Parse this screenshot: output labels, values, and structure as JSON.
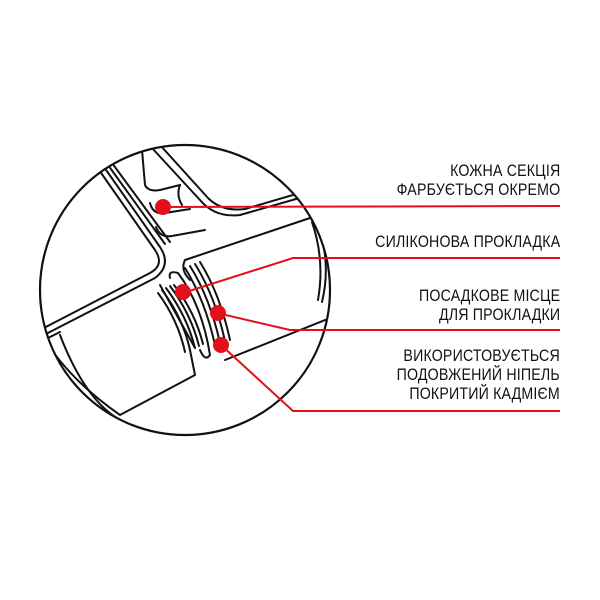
{
  "colors": {
    "accent": "#e3101b",
    "line": "#111111",
    "background": "#ffffff"
  },
  "callouts": [
    {
      "lines": [
        "КОЖНА СЕКЦІЯ",
        "ФАРБУЄТЬСЯ ОКРЕМО"
      ]
    },
    {
      "lines": [
        "СИЛІКОНОВА ПРОКЛАДКА"
      ]
    },
    {
      "lines": [
        "ПОСАДКОВЕ МІСЦЕ",
        "ДЛЯ ПРОКЛАДКИ"
      ]
    },
    {
      "lines": [
        "ВИКОРИСТОВУЄТЬСЯ",
        "ПОДОВЖЕНИЙ НІПЕЛЬ",
        "ПОКРИТИЙ КАДМІЄМ"
      ]
    }
  ]
}
